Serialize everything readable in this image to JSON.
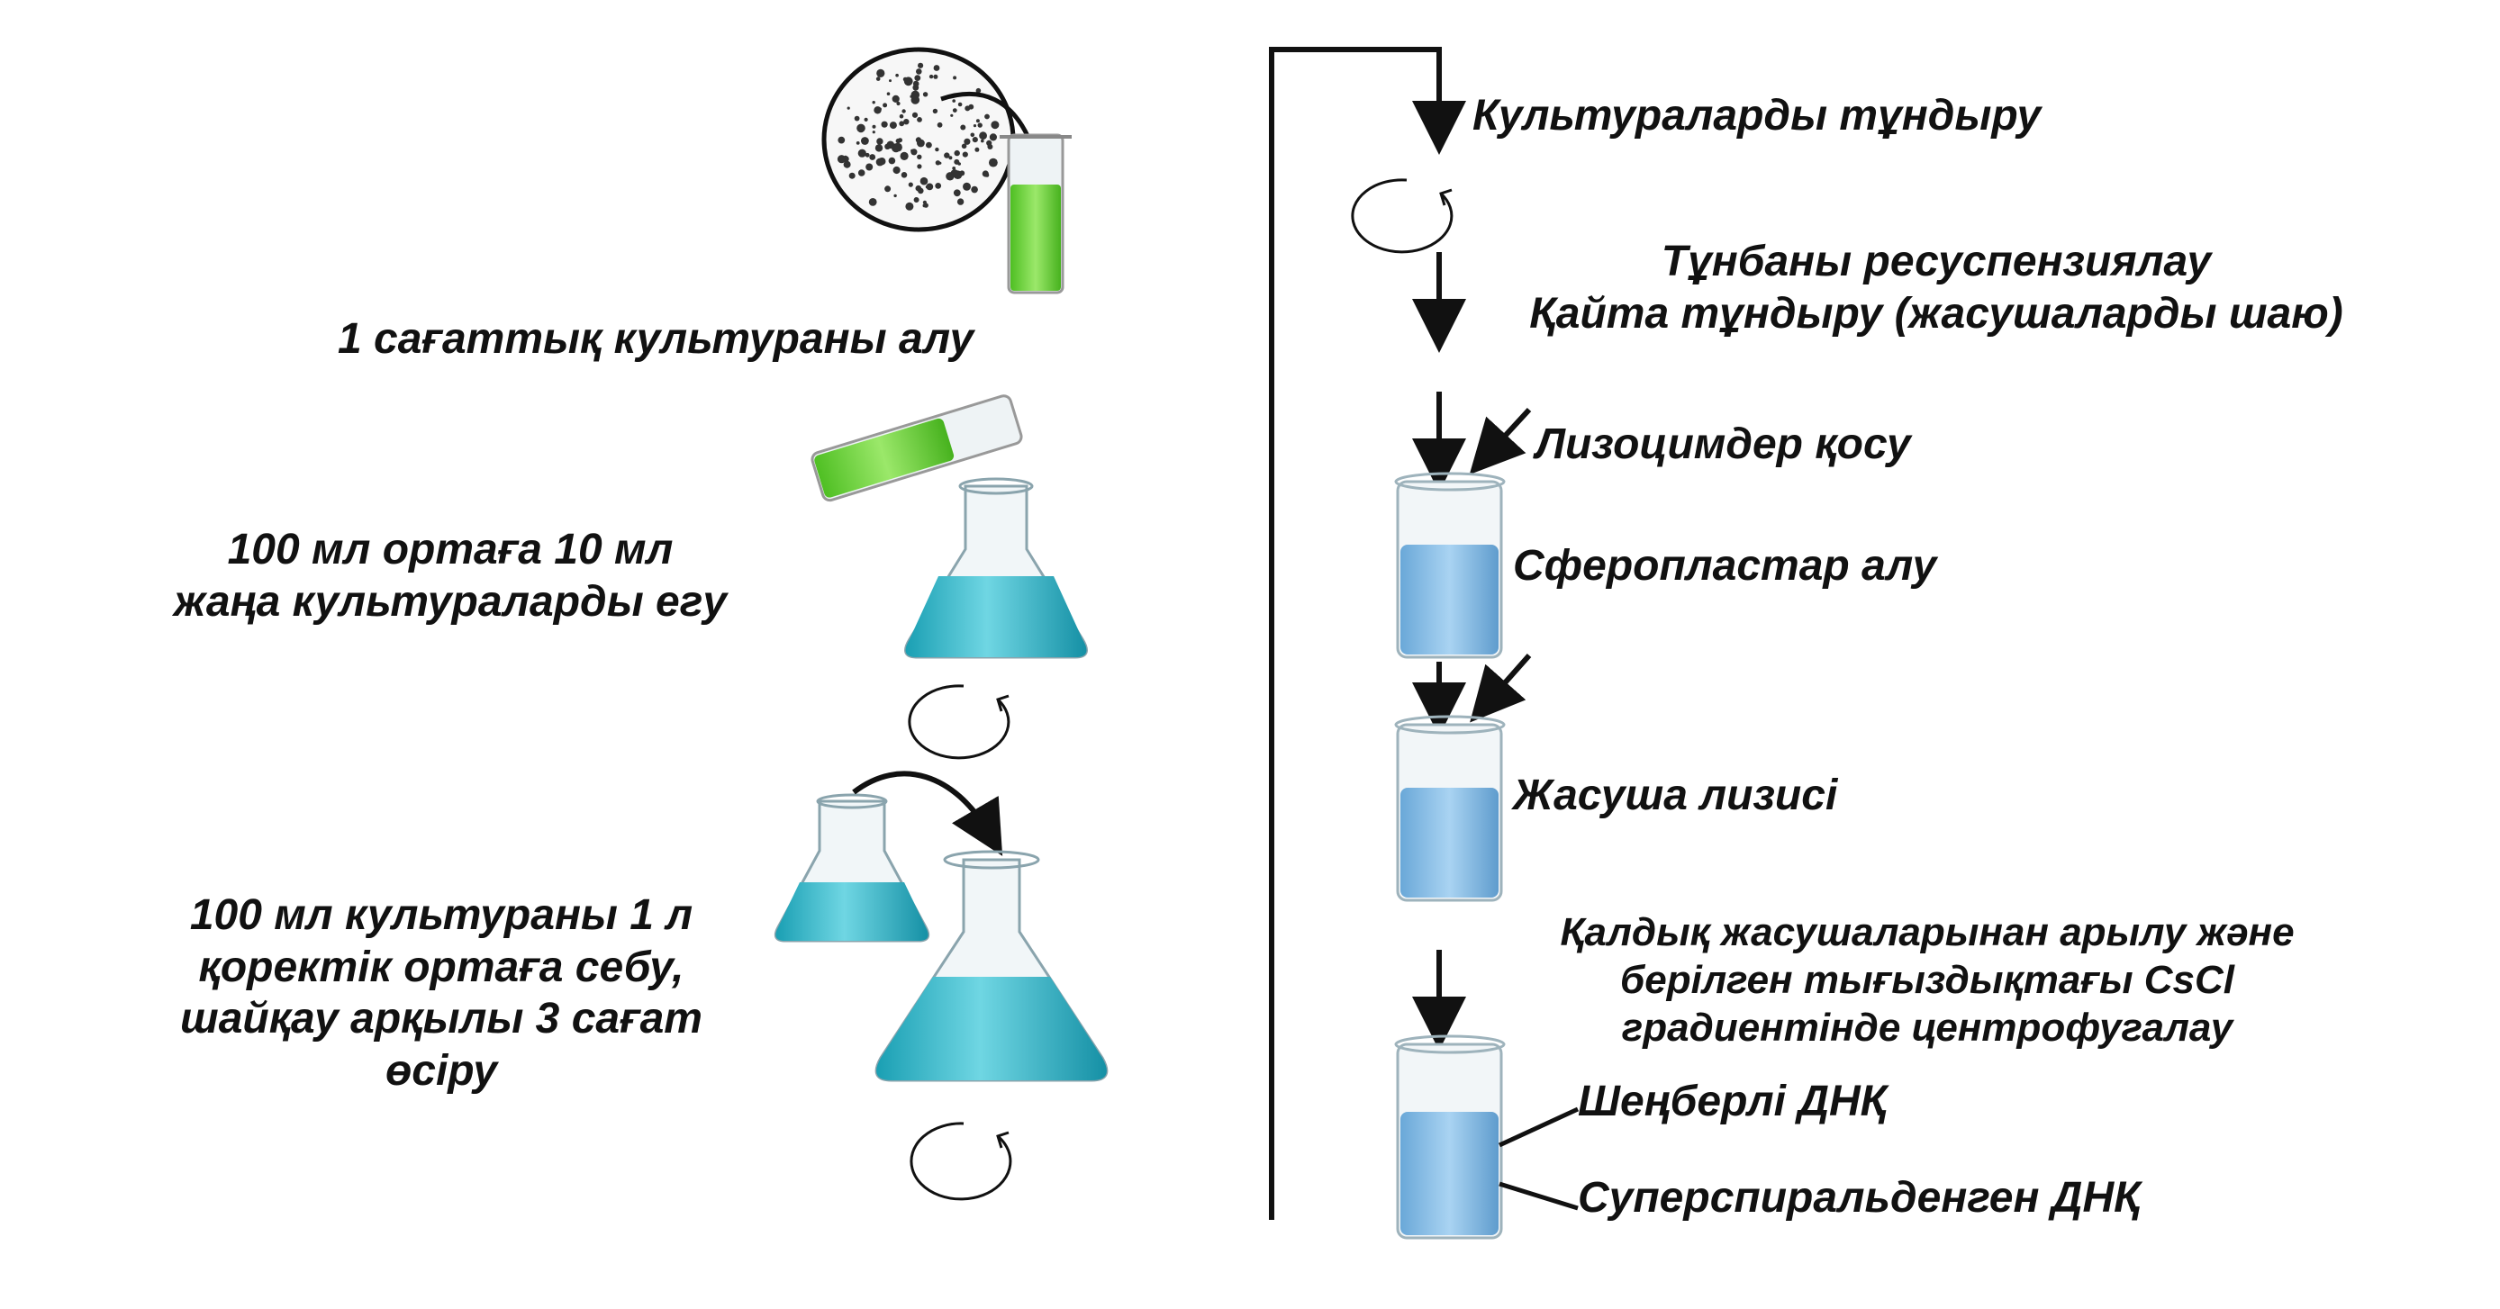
{
  "left_steps": [
    {
      "text": "1 сағаттық культураны алу"
    },
    {
      "lines": [
        "100 мл ортаға 10 мл",
        "жаңа культураларды егу"
      ]
    },
    {
      "lines": [
        "100 мл культураны 1 л",
        "қоректік ортаға  себу,",
        "шайқау арқылы 3 сағат",
        "өсіру"
      ]
    }
  ],
  "right_steps": [
    {
      "text": "Культураларды тұндыру"
    },
    {
      "lines": [
        "Тұнбаны ресуспензиялау",
        "Қайта тұндыру (жасушаларды шаю)"
      ]
    },
    {
      "text": "Лизоцимдер қосу"
    },
    {
      "text": "Сферопластар алу"
    },
    {
      "text": "Жасуша лизисі"
    },
    {
      "lines": [
        "Қалдық жасушаларынан арылу  және",
        "берілген тығыздықтағы CsCl",
        "градиентінде центрофугалау"
      ]
    },
    {
      "text": "Шеңберлі ДНҚ"
    },
    {
      "text": "Суперспиральденген ДНҚ"
    }
  ],
  "colors": {
    "culture_green": "#6fd43a",
    "flask_blue": "#2fb8c9",
    "beaker_blue": "#8ec3ea",
    "ink": "#111111"
  },
  "icons": [
    "petri-dish-icon",
    "test-tube-icon",
    "erlenmeyer-flask-icon",
    "beaker-icon",
    "rotation-icon",
    "arrow-icon"
  ]
}
